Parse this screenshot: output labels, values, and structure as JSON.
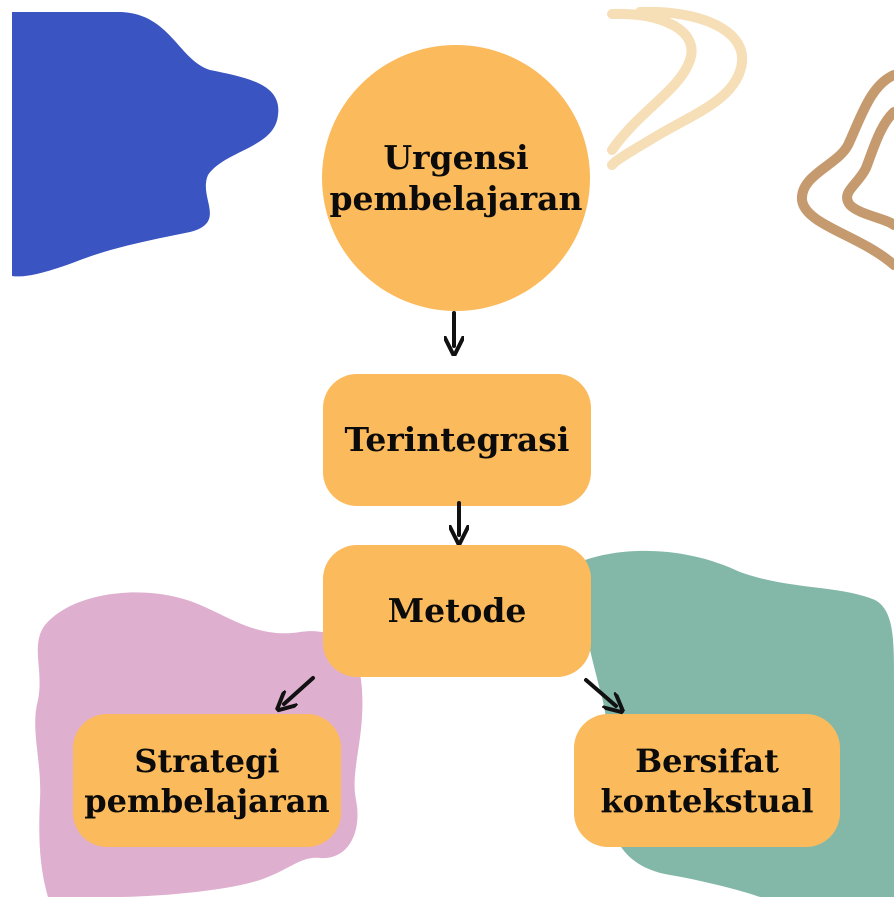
{
  "nodes": {
    "urgensi": "Urgensi\npembelajaran",
    "terintegrasi": "Terintegrasi",
    "metode": "Metode",
    "strategi": "Strategi\npembelajaran",
    "bersifat": "Bersifat\nkontekstual"
  },
  "colors": {
    "node_fill": "#FBBA5C",
    "blue_blob": "#3A54C2",
    "pink_blob": "#DFAFCF",
    "teal_blob": "#83B8A9",
    "squiggle_light": "#F6DEB6",
    "squiggle_brown": "#C59A6E",
    "arrow": "#111111"
  }
}
